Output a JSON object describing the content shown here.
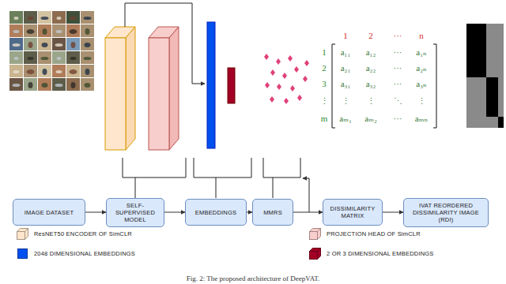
{
  "diagram": {
    "caption": "Fig. 2: The proposed architecture of DeepVAT.",
    "nodes": [
      {
        "text": [
          "IMAGE DATASET"
        ]
      },
      {
        "text": [
          "SELF-SUPERVISED MODEL"
        ]
      },
      {
        "text": [
          "EMBEDDINGS"
        ]
      },
      {
        "text": [
          "MMRS"
        ]
      },
      {
        "text": [
          "DISSIMILARITY MATRIX"
        ]
      },
      {
        "text": [
          "IVAT REORDERED DISSIMILARITY IMAGE (RDI)"
        ]
      }
    ],
    "edges": [
      {
        "from": 0,
        "to": 1,
        "arrow": "to"
      },
      {
        "from": 1,
        "to": 2,
        "arrow": "to"
      },
      {
        "from": 2,
        "to": 3,
        "arrow": "to"
      },
      {
        "from": 3,
        "to": 4,
        "arrow": "to"
      },
      {
        "from": 4,
        "to": 5,
        "arrow": "to"
      }
    ],
    "labels": [
      "1",
      "2",
      "···",
      "n",
      "1",
      "a₁₁",
      "a₁₂",
      "···",
      "a₁ₙ",
      "2",
      "a₂₁",
      "a₂₂",
      "···",
      "a₂ₙ",
      "3",
      "a₃₁",
      "a₃₂",
      "···",
      "a₃ₙ",
      "⋮",
      "⋮",
      "⋮",
      "⋱",
      "⋮",
      "m",
      "aₘ₁",
      "aₘ₂",
      "···",
      "aₘₙ"
    ],
    "legend": [
      {
        "text": "ResNET50 ENCODER OF SimCLR",
        "color": "#ffe6cc"
      },
      {
        "text": "PROJECTION HEAD OF SimCLR",
        "color": "#f8cecc"
      },
      {
        "text": "2048 DIMENSIONAL EMBEDDINGS",
        "color": "#0050ef"
      },
      {
        "text": "2 OR 3 DIMENSIONAL EMBEDDINGS",
        "color": "#a20025"
      }
    ]
  }
}
